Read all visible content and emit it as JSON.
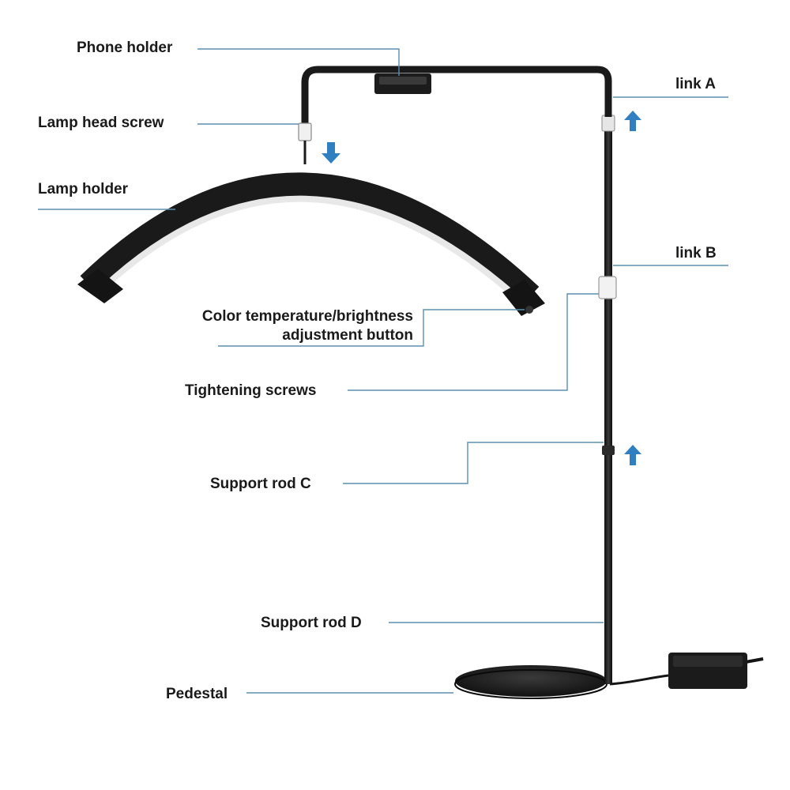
{
  "labels": {
    "phone_holder": "Phone holder",
    "lamp_head_screw": "Lamp head screw",
    "lamp_holder": "Lamp holder",
    "color_temp_line1": "Color temperature/brightness",
    "color_temp_line2": "adjustment button",
    "tightening_screws": "Tightening screws",
    "support_rod_c": "Support rod C",
    "support_rod_d": "Support rod D",
    "pedestal": "Pedestal",
    "link_a": "link A",
    "link_b": "link B"
  },
  "colors": {
    "leader_line": "#5b8fb0",
    "arrow": "#2f7fc1",
    "product": "#1e1e1e",
    "lamp_diffuser": "#e8e8e8",
    "background": "#ffffff"
  },
  "icons": [
    "arrow-up-icon",
    "arrow-down-icon"
  ]
}
